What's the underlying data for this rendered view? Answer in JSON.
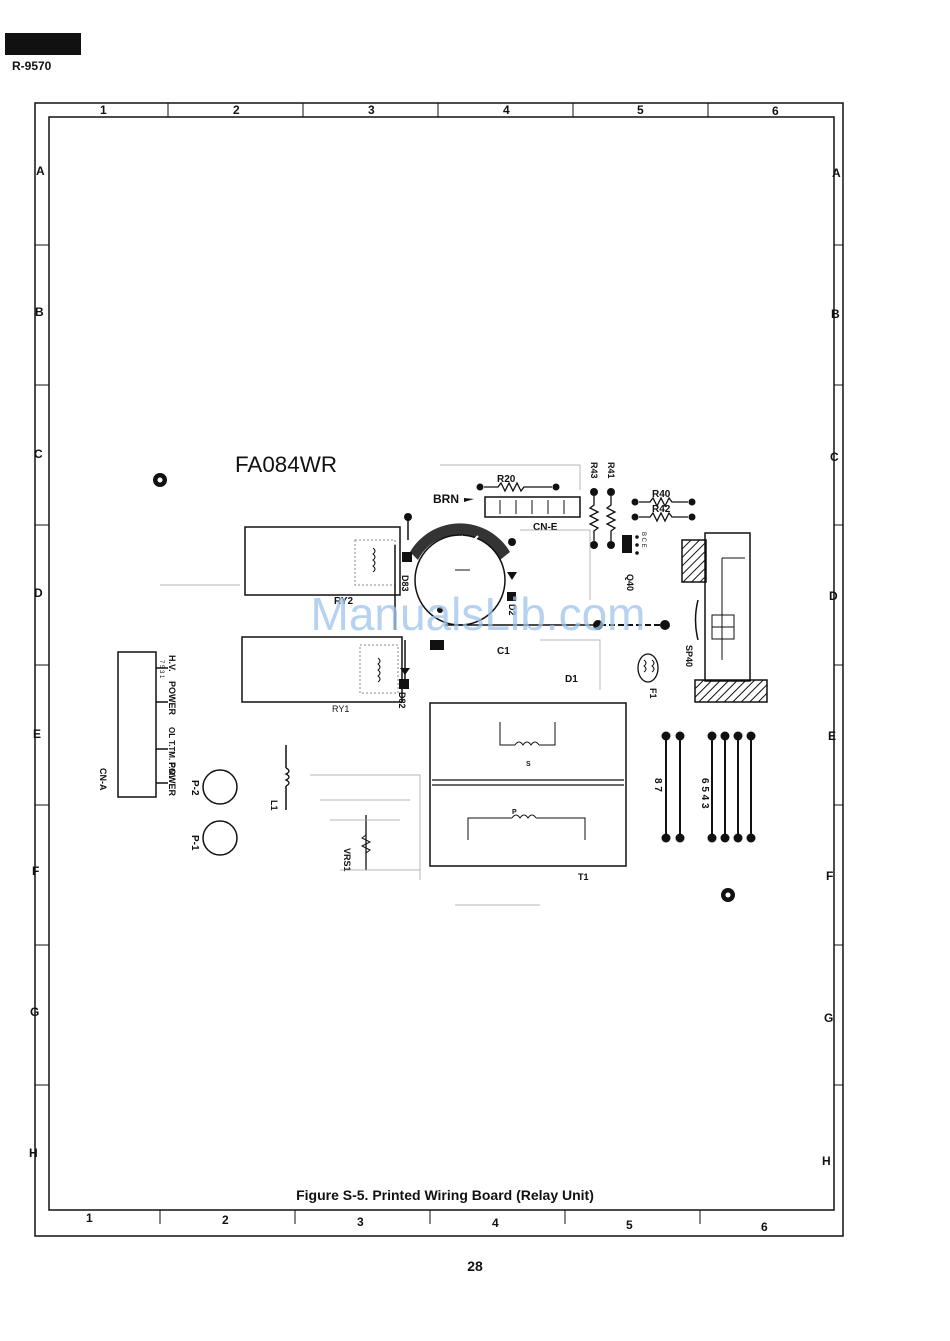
{
  "header": {
    "model": "R-9570"
  },
  "frame": {
    "col_labels": [
      "1",
      "2",
      "3",
      "4",
      "5",
      "6"
    ],
    "row_labels": [
      "A",
      "B",
      "C",
      "D",
      "E",
      "F",
      "G",
      "H"
    ]
  },
  "board": {
    "model_label": "FA084WR",
    "labels": {
      "brn": "BRN",
      "r20": "R20",
      "r43": "R43",
      "r41": "R41",
      "r40": "R40",
      "r42": "R42",
      "cne": "CN-E",
      "q40": "Q40",
      "bce": "B C E",
      "ry2": "RY2",
      "ry1": "RY1",
      "d83": "D83",
      "d82": "D82",
      "d2": "D2",
      "d1": "D1",
      "c1": "C1",
      "sp40": "SP40",
      "f1": "F1",
      "cna": "CN-A",
      "hv": "H.V.",
      "power1": "POWER",
      "oltfm": "OL T.TM. F.M.",
      "power2": "POWER",
      "p2": "P-2",
      "p1": "P-1",
      "l1": "L1",
      "vrs1": "VRS1",
      "t1": "T1",
      "s": "S",
      "p": "P",
      "pins_left": "8 7",
      "pins_right": "6 5 4 3",
      "cna_pins": "7 5 3 1"
    }
  },
  "caption": "Figure S-5. Printed Wiring Board (Relay Unit)",
  "page_number": "28",
  "watermark": "ManualsLib.com"
}
